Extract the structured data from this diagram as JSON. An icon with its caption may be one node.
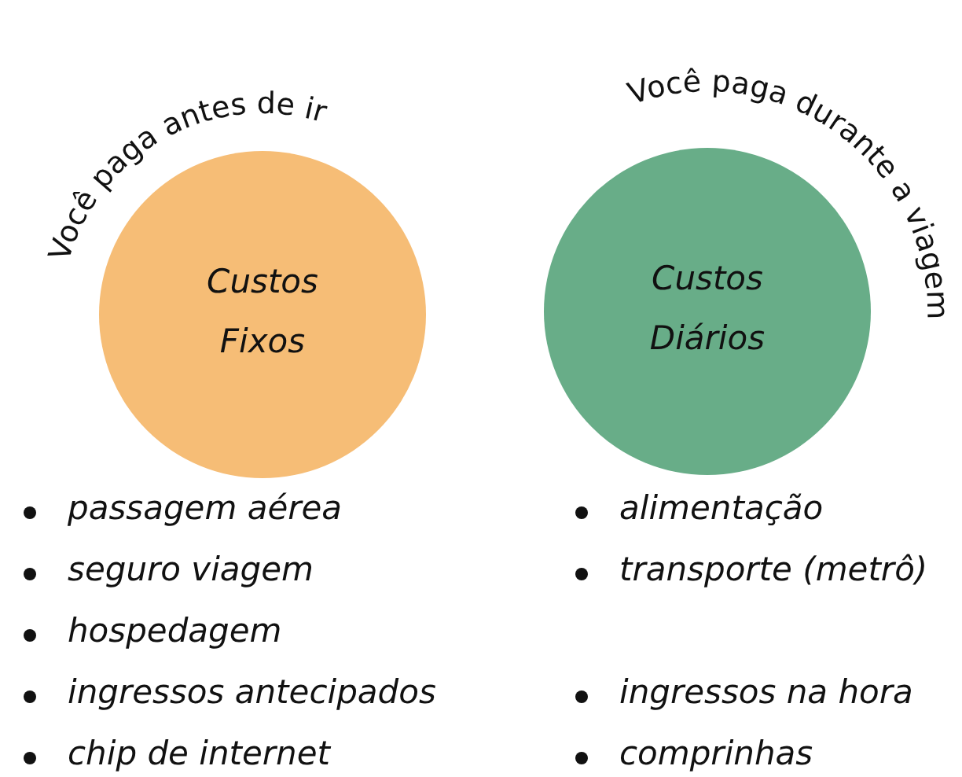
{
  "diagram": {
    "nodes": [
      {
        "text": [
          "Você paga antes de ir",
          "Custos Fixos"
        ]
      },
      {
        "text": [
          "Você paga durante a viagem",
          "Custos Diários"
        ]
      }
    ],
    "labels": [
      "passagem aérea",
      "seguro viagem",
      "hospedagem",
      "ingressos antecipados",
      "chip de internet",
      "alimentação",
      "transporte (metrô)",
      "ingressos na hora",
      "comprinhas"
    ]
  }
}
